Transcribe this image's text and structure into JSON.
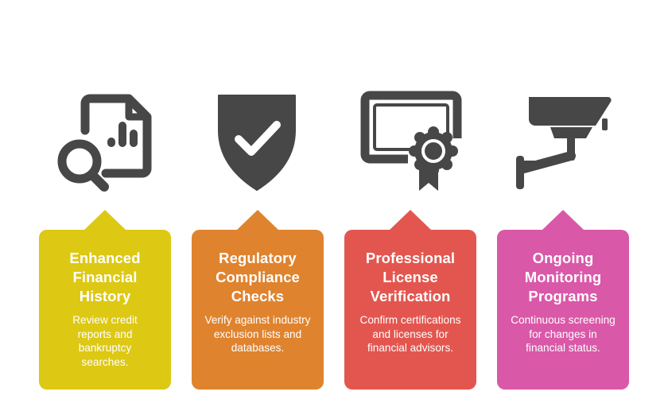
{
  "colors": {
    "icon": "#474747",
    "card1": "#DDC814",
    "card2": "#E0832E",
    "card3": "#E3564F",
    "card4": "#DA58A8"
  },
  "steps": [
    {
      "icon": "document-chart-search-icon",
      "title": "Enhanced Financial History",
      "description": "Review credit reports and bankruptcy searches."
    },
    {
      "icon": "shield-check-icon",
      "title": "Regulatory Compliance Checks",
      "description": "Verify against industry exclusion lists and databases."
    },
    {
      "icon": "certificate-icon",
      "title": "Professional License Verification",
      "description": "Confirm certifications and licenses for financial advisors."
    },
    {
      "icon": "security-camera-icon",
      "title": "Ongoing Monitoring Programs",
      "description": "Continuous screening for changes in financial status."
    }
  ]
}
